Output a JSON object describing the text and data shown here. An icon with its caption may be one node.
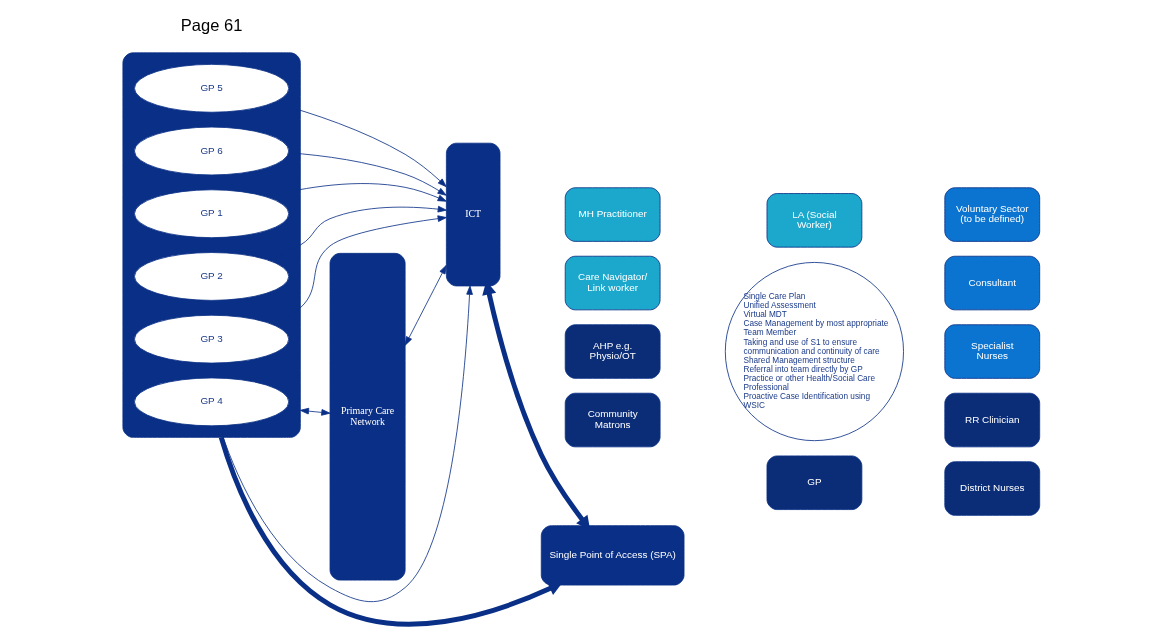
{
  "diagram": {
    "nodes": [
      {
        "text": [],
        "shape": "box"
      },
      {
        "text": [
          "GP 1"
        ],
        "in": 0
      },
      {
        "text": [
          "GP 2"
        ],
        "in": 0
      },
      {
        "text": [
          "GP 3"
        ],
        "in": 0
      },
      {
        "text": [
          "GP 4"
        ],
        "in": 0
      },
      {
        "text": [
          "GP 5"
        ],
        "in": 0
      },
      {
        "text": [
          "GP 6"
        ],
        "in": 0
      },
      {
        "text": [
          "Primary Care Network"
        ]
      },
      {
        "text": [
          "ICT"
        ]
      },
      {
        "text": [
          "Single Point of Access (SPA)"
        ]
      },
      {
        "text": [
          "LA (Social Worker)"
        ]
      },
      {
        "text": [
          "Voluntary Sector (to be defined)"
        ]
      },
      {
        "text": [
          "Consultant"
        ]
      },
      {
        "text": [
          "Specialist Nurses"
        ]
      },
      {
        "text": [
          "RR Clinician"
        ]
      },
      {
        "text": [
          "District Nurses"
        ]
      },
      {
        "text": [
          "GP"
        ]
      },
      {
        "text": [
          "Community Matrons"
        ]
      },
      {
        "text": [
          "AHP e.g. Physio/OT"
        ]
      },
      {
        "text": [
          "Care Navigator/ Link worker"
        ]
      },
      {
        "text": [
          "MH Practitioner"
        ]
      },
      {
        "text": [
          "Single Care Plan",
          "Unified Assessment",
          "Virtual MDT",
          "Case Management by most appropriate Team Member",
          "Taking and use of S1 to ensure communication and continuity of care",
          "Shared Management structure",
          "Referral into team directly by GP Practice or other Health/Social Care Professional",
          "Proactive Case Identification using WSIC"
        ]
      }
    ],
    "edges": [
      {
        "from": 1,
        "to": 8,
        "arrow": "to"
      },
      {
        "from": 2,
        "to": 8,
        "arrow": "to"
      },
      {
        "from": 3,
        "to": 8,
        "arrow": "to"
      },
      {
        "from": 4,
        "to": 8,
        "arrow": "to"
      },
      {
        "from": 5,
        "to": 8,
        "arrow": "to"
      },
      {
        "from": 6,
        "to": 8,
        "arrow": "to"
      },
      {
        "from": 7,
        "to": 8,
        "arrow": "both"
      },
      {
        "from": 0,
        "to": 7,
        "arrow": "both"
      },
      {
        "from": 8,
        "to": 9,
        "arrow": "both",
        "style": "thick"
      },
      {
        "from": 0,
        "to": 9,
        "arrow": "to",
        "style": "thick"
      }
    ],
    "labels": [
      "Page 61"
    ]
  }
}
